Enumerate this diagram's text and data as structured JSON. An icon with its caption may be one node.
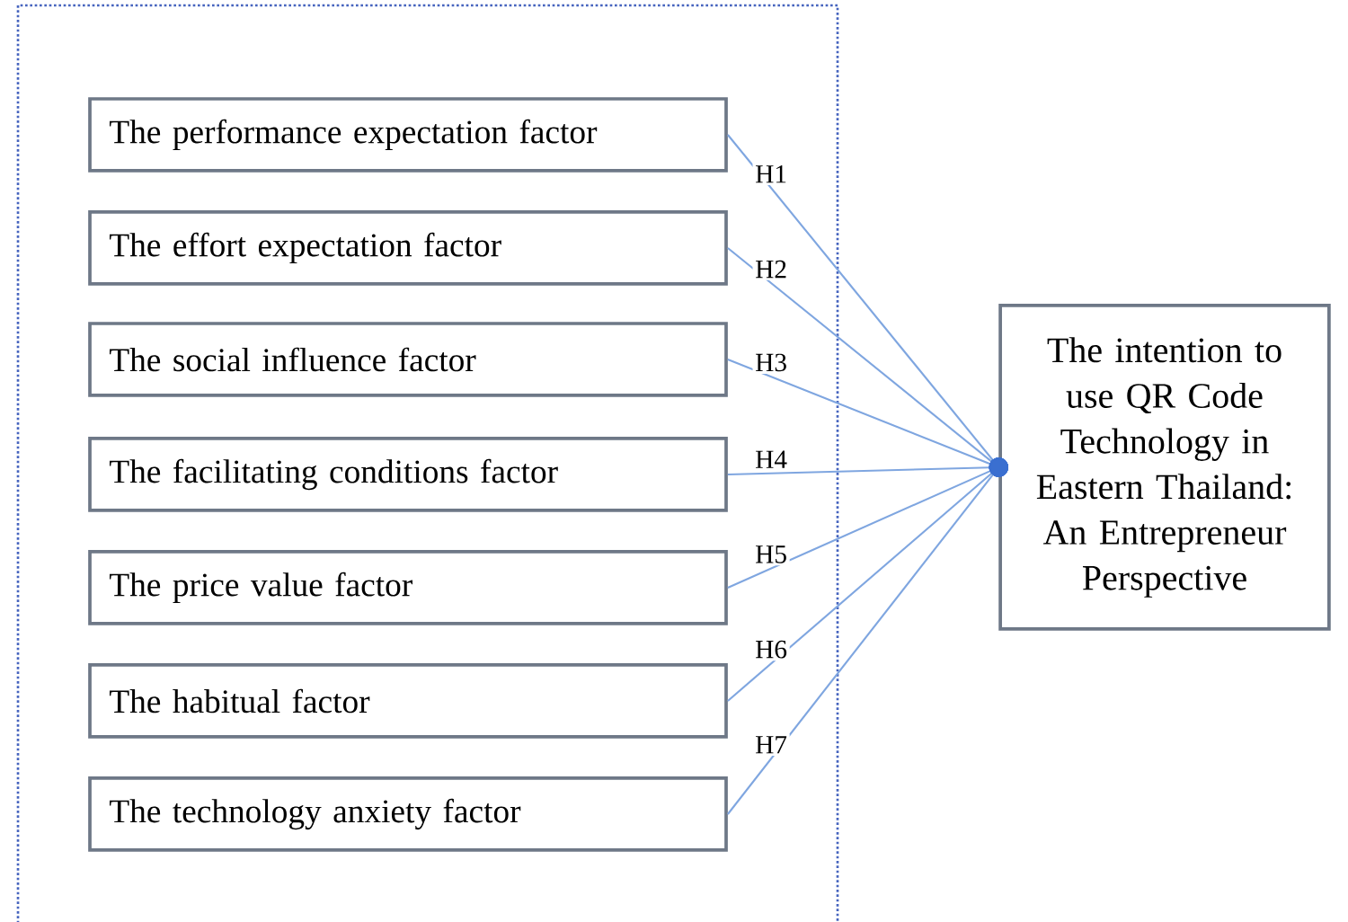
{
  "diagram": {
    "nodes": [
      {
        "text": [],
        "shape": "box"
      },
      {
        "text": [
          "The performance expectation factor"
        ],
        "in": 0
      },
      {
        "text": [
          "The effort expectation factor"
        ],
        "in": 0
      },
      {
        "text": [
          "The social influence factor"
        ],
        "in": 0
      },
      {
        "text": [
          "The facilitating conditions factor"
        ],
        "in": 0
      },
      {
        "text": [
          "The price value factor"
        ],
        "in": 0
      },
      {
        "text": [
          "The habitual factor"
        ],
        "in": 0
      },
      {
        "text": [
          "The technology anxiety factor"
        ],
        "in": 0
      },
      {
        "text": [
          "The intention to use QR Code Technology in Eastern Thailand: An Entrepreneur Perspective"
        ]
      }
    ],
    "edges": [
      {
        "from": 1,
        "to": 8,
        "arrow": "other",
        "label": "H1"
      },
      {
        "from": 2,
        "to": 8,
        "arrow": "other",
        "label": "H2"
      },
      {
        "from": 3,
        "to": 8,
        "arrow": "other",
        "label": "H3"
      },
      {
        "from": 4,
        "to": 8,
        "arrow": "other",
        "label": "H4"
      },
      {
        "from": 5,
        "to": 8,
        "arrow": "other",
        "label": "H5"
      },
      {
        "from": 6,
        "to": 8,
        "arrow": "other",
        "label": "H6"
      },
      {
        "from": 7,
        "to": 8,
        "arrow": "other",
        "label": "H7"
      }
    ]
  }
}
